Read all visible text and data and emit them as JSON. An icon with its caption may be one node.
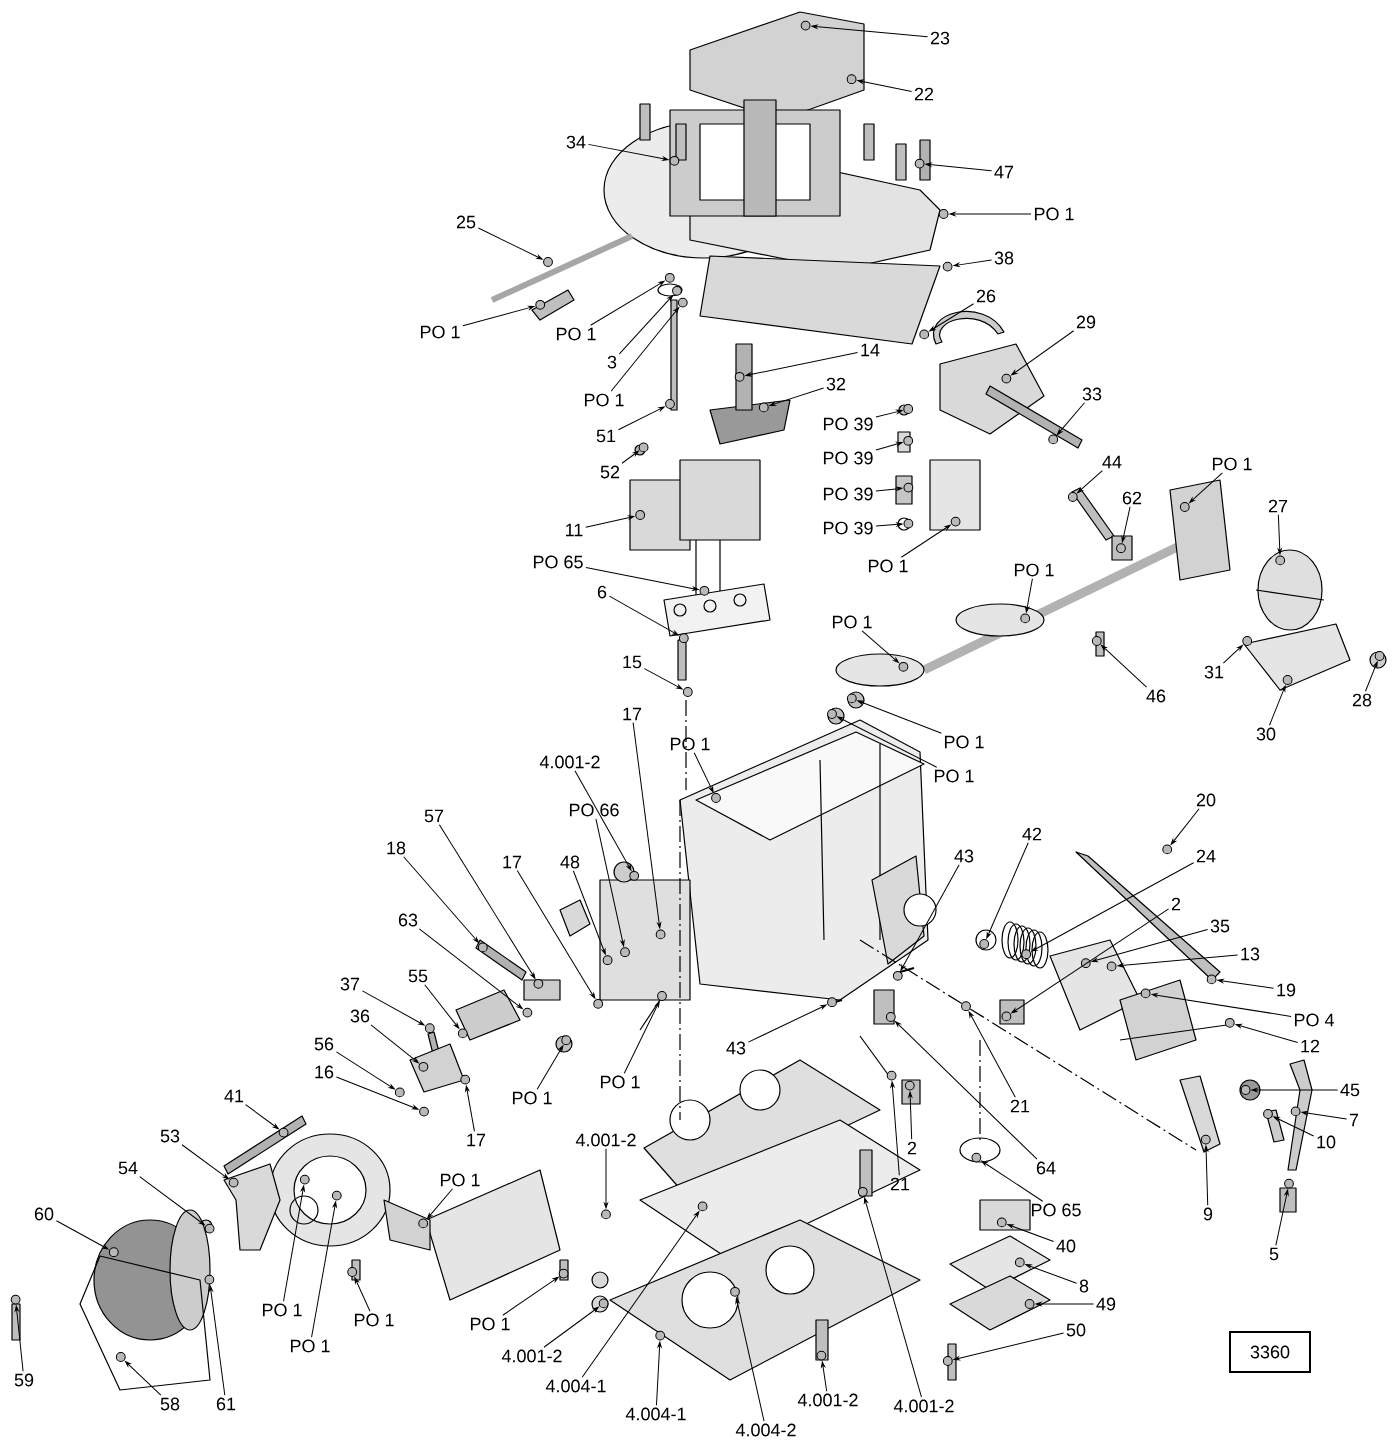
{
  "diagram": {
    "nodes": [
      {
        "text": [
          "23"
        ]
      },
      {
        "text": [
          "22"
        ]
      },
      {
        "text": [
          "34"
        ]
      },
      {
        "text": [
          "47"
        ]
      },
      {
        "text": [
          "PO 1"
        ]
      },
      {
        "text": [
          "25"
        ]
      },
      {
        "text": [
          "38"
        ]
      },
      {
        "text": [
          "PO 1"
        ]
      },
      {
        "text": [
          "PO 1"
        ]
      },
      {
        "text": [
          "3"
        ]
      },
      {
        "text": [
          "26"
        ]
      },
      {
        "text": [
          "29"
        ]
      },
      {
        "text": [
          "14"
        ]
      },
      {
        "text": [
          "PO 1"
        ]
      },
      {
        "text": [
          "32"
        ]
      },
      {
        "text": [
          "51"
        ]
      },
      {
        "text": [
          "52"
        ]
      },
      {
        "text": [
          "33"
        ]
      },
      {
        "text": [
          "PO 39"
        ]
      },
      {
        "text": [
          "PO 39"
        ]
      },
      {
        "text": [
          "PO 39"
        ]
      },
      {
        "text": [
          "PO 39"
        ]
      },
      {
        "text": [
          "44"
        ]
      },
      {
        "text": [
          "PO 1"
        ]
      },
      {
        "text": [
          "62"
        ]
      },
      {
        "text": [
          "27"
        ]
      },
      {
        "text": [
          "11"
        ]
      },
      {
        "text": [
          "PO 65"
        ]
      },
      {
        "text": [
          "PO 1"
        ]
      },
      {
        "text": [
          "PO 1"
        ]
      },
      {
        "text": [
          "6"
        ]
      },
      {
        "text": [
          "PO 1"
        ]
      },
      {
        "text": [
          "46"
        ]
      },
      {
        "text": [
          "31"
        ]
      },
      {
        "text": [
          "28"
        ]
      },
      {
        "text": [
          "30"
        ]
      },
      {
        "text": [
          "15"
        ]
      },
      {
        "text": [
          "PO 1"
        ]
      },
      {
        "text": [
          "PO 1"
        ]
      },
      {
        "text": [
          "17"
        ]
      },
      {
        "text": [
          "PO 1"
        ]
      },
      {
        "text": [
          "4.001-2"
        ]
      },
      {
        "text": [
          "PO 66"
        ]
      },
      {
        "text": [
          "17"
        ]
      },
      {
        "text": [
          "48"
        ]
      },
      {
        "text": [
          "42"
        ]
      },
      {
        "text": [
          "43"
        ]
      },
      {
        "text": [
          "20"
        ]
      },
      {
        "text": [
          "24"
        ]
      },
      {
        "text": [
          "2"
        ]
      },
      {
        "text": [
          "35"
        ]
      },
      {
        "text": [
          "13"
        ]
      },
      {
        "text": [
          "19"
        ]
      },
      {
        "text": [
          "PO 4"
        ]
      },
      {
        "text": [
          "12"
        ]
      },
      {
        "text": [
          "45"
        ]
      },
      {
        "text": [
          "7"
        ]
      },
      {
        "text": [
          "10"
        ]
      },
      {
        "text": [
          "9"
        ]
      },
      {
        "text": [
          "5"
        ]
      },
      {
        "text": [
          "57"
        ]
      },
      {
        "text": [
          "18"
        ]
      },
      {
        "text": [
          "63"
        ]
      },
      {
        "text": [
          "55"
        ]
      },
      {
        "text": [
          "37"
        ]
      },
      {
        "text": [
          "36"
        ]
      },
      {
        "text": [
          "56"
        ]
      },
      {
        "text": [
          "16"
        ]
      },
      {
        "text": [
          "17"
        ]
      },
      {
        "text": [
          "PO 1"
        ]
      },
      {
        "text": [
          "PO 1"
        ]
      },
      {
        "text": [
          "41"
        ]
      },
      {
        "text": [
          "53"
        ]
      },
      {
        "text": [
          "54"
        ]
      },
      {
        "text": [
          "PO 1"
        ]
      },
      {
        "text": [
          "4.001-2"
        ]
      },
      {
        "text": [
          "60"
        ]
      },
      {
        "text": [
          "PO 1"
        ]
      },
      {
        "text": [
          "PO 1"
        ]
      },
      {
        "text": [
          "PO 1"
        ]
      },
      {
        "text": [
          "PO 1"
        ]
      },
      {
        "text": [
          "4.001-2"
        ]
      },
      {
        "text": [
          "4.004-1"
        ]
      },
      {
        "text": [
          "4.004-1"
        ]
      },
      {
        "text": [
          "4.004-2"
        ]
      },
      {
        "text": [
          "4.001-2"
        ]
      },
      {
        "text": [
          "4.001-2"
        ]
      },
      {
        "text": [
          "59"
        ]
      },
      {
        "text": [
          "58"
        ]
      },
      {
        "text": [
          "61"
        ]
      },
      {
        "text": [
          "43"
        ]
      },
      {
        "text": [
          "21"
        ]
      },
      {
        "text": [
          "64"
        ]
      },
      {
        "text": [
          "2"
        ]
      },
      {
        "text": [
          "21"
        ]
      },
      {
        "text": [
          "PO 65"
        ]
      },
      {
        "text": [
          "40"
        ]
      },
      {
        "text": [
          "8"
        ]
      },
      {
        "text": [
          "49"
        ]
      },
      {
        "text": [
          "50"
        ]
      },
      {
        "text": [
          "3360"
        ]
      },
      {
        "text": [],
        "shape": "circle"
      },
      {
        "text": [],
        "shape": "circle"
      },
      {
        "text": [],
        "shape": "circle"
      },
      {
        "text": [],
        "shape": "circle"
      },
      {
        "text": [],
        "shape": "circle"
      },
      {
        "text": [],
        "shape": "circle"
      },
      {
        "text": [],
        "shape": "circle"
      },
      {
        "text": [],
        "shape": "circle"
      },
      {
        "text": [],
        "shape": "circle"
      },
      {
        "text": [],
        "shape": "circle"
      },
      {
        "text": [],
        "shape": "circle"
      },
      {
        "text": [],
        "shape": "circle"
      },
      {
        "text": [],
        "shape": "circle"
      },
      {
        "text": [],
        "shape": "circle"
      },
      {
        "text": [],
        "shape": "circle"
      },
      {
        "text": [],
        "shape": "circle"
      },
      {
        "text": [],
        "shape": "circle"
      },
      {
        "text": [],
        "shape": "circle"
      },
      {
        "text": [],
        "shape": "circle"
      },
      {
        "text": [],
        "shape": "circle"
      },
      {
        "text": [],
        "shape": "circle"
      },
      {
        "text": [],
        "shape": "circle"
      },
      {
        "text": [],
        "shape": "circle"
      },
      {
        "text": [],
        "shape": "circle"
      },
      {
        "text": [],
        "shape": "circle"
      },
      {
        "text": [],
        "shape": "circle"
      },
      {
        "text": [],
        "shape": "circle"
      },
      {
        "text": [],
        "shape": "circle"
      },
      {
        "text": [],
        "shape": "circle"
      },
      {
        "text": [],
        "shape": "circle"
      },
      {
        "text": [],
        "shape": "circle"
      },
      {
        "text": [],
        "shape": "circle"
      },
      {
        "text": [],
        "shape": "circle"
      },
      {
        "text": [],
        "shape": "circle"
      },
      {
        "text": [],
        "shape": "circle"
      },
      {
        "text": [],
        "shape": "circle"
      },
      {
        "text": [],
        "shape": "circle"
      },
      {
        "text": [],
        "shape": "circle"
      },
      {
        "text": [],
        "shape": "circle"
      },
      {
        "text": [],
        "shape": "circle"
      },
      {
        "text": [],
        "shape": "circle"
      },
      {
        "text": [],
        "shape": "circle"
      },
      {
        "text": [],
        "shape": "circle"
      },
      {
        "text": [],
        "shape": "circle"
      },
      {
        "text": [],
        "shape": "circle"
      },
      {
        "text": [],
        "shape": "circle"
      },
      {
        "text": [],
        "shape": "circle"
      },
      {
        "text": [],
        "shape": "circle"
      },
      {
        "text": [],
        "shape": "circle"
      },
      {
        "text": [],
        "shape": "circle"
      },
      {
        "text": [],
        "shape": "circle"
      },
      {
        "text": [],
        "shape": "circle"
      },
      {
        "text": [],
        "shape": "circle"
      },
      {
        "text": [],
        "shape": "circle"
      },
      {
        "text": [],
        "shape": "circle"
      },
      {
        "text": [],
        "shape": "circle"
      },
      {
        "text": [],
        "shape": "circle"
      },
      {
        "text": [],
        "shape": "circle"
      },
      {
        "text": [],
        "shape": "circle"
      },
      {
        "text": [],
        "shape": "circle"
      },
      {
        "text": [],
        "shape": "circle"
      },
      {
        "text": [],
        "shape": "circle"
      },
      {
        "text": [],
        "shape": "circle"
      },
      {
        "text": [],
        "shape": "circle"
      },
      {
        "text": [],
        "shape": "circle"
      },
      {
        "text": [],
        "shape": "circle"
      },
      {
        "text": [],
        "shape": "circle"
      },
      {
        "text": [],
        "shape": "circle"
      },
      {
        "text": [],
        "shape": "circle"
      },
      {
        "text": [],
        "shape": "circle"
      },
      {
        "text": [],
        "shape": "circle"
      },
      {
        "text": [],
        "shape": "circle"
      },
      {
        "text": [],
        "shape": "circle"
      },
      {
        "text": [],
        "shape": "circle"
      },
      {
        "text": [],
        "shape": "circle"
      },
      {
        "text": [],
        "shape": "circle"
      },
      {
        "text": [],
        "shape": "circle"
      },
      {
        "text": [],
        "shape": "circle"
      },
      {
        "text": [],
        "shape": "circle"
      },
      {
        "text": [],
        "shape": "circle"
      },
      {
        "text": [],
        "shape": "circle"
      },
      {
        "text": [],
        "shape": "circle"
      },
      {
        "text": [],
        "shape": "circle"
      },
      {
        "text": [],
        "shape": "circle"
      },
      {
        "text": [],
        "shape": "circle"
      },
      {
        "text": [],
        "shape": "circle"
      },
      {
        "text": [],
        "shape": "circle"
      },
      {
        "text": [],
        "shape": "circle"
      },
      {
        "text": [],
        "shape": "circle"
      },
      {
        "text": [],
        "shape": "circle"
      },
      {
        "text": [],
        "shape": "circle"
      },
      {
        "text": [],
        "shape": "circle"
      },
      {
        "text": [],
        "shape": "circle"
      },
      {
        "text": [],
        "shape": "circle"
      },
      {
        "text": [],
        "shape": "circle"
      },
      {
        "text": [],
        "shape": "circle"
      },
      {
        "text": [],
        "shape": "circle"
      },
      {
        "text": [],
        "shape": "circle"
      },
      {
        "text": [],
        "shape": "circle"
      },
      {
        "text": [],
        "shape": "circle"
      }
    ],
    "edges": [
      {
        "from": 0,
        "to": 101,
        "arrow": "to"
      },
      {
        "from": 1,
        "to": 102,
        "arrow": "to"
      },
      {
        "from": 2,
        "to": 103,
        "arrow": "to"
      },
      {
        "from": 3,
        "to": 104,
        "arrow": "to"
      },
      {
        "from": 4,
        "to": 105,
        "arrow": "to"
      },
      {
        "from": 5,
        "to": 106,
        "arrow": "to"
      },
      {
        "from": 6,
        "to": 107,
        "arrow": "to"
      },
      {
        "from": 7,
        "to": 108,
        "arrow": "to"
      },
      {
        "from": 8,
        "to": 109,
        "arrow": "to"
      },
      {
        "from": 9,
        "to": 110,
        "arrow": "to"
      },
      {
        "from": 10,
        "to": 111,
        "arrow": "to"
      },
      {
        "from": 11,
        "to": 112,
        "arrow": "to"
      },
      {
        "from": 12,
        "to": 113,
        "arrow": "to"
      },
      {
        "from": 13,
        "to": 114,
        "arrow": "to"
      },
      {
        "from": 14,
        "to": 115,
        "arrow": "to"
      },
      {
        "from": 15,
        "to": 116,
        "arrow": "to"
      },
      {
        "from": 16,
        "to": 117,
        "arrow": "to"
      },
      {
        "from": 17,
        "to": 118,
        "arrow": "to"
      },
      {
        "from": 18,
        "to": 119,
        "arrow": "to"
      },
      {
        "from": 19,
        "to": 120,
        "arrow": "to"
      },
      {
        "from": 20,
        "to": 121,
        "arrow": "to"
      },
      {
        "from": 21,
        "to": 122,
        "arrow": "to"
      },
      {
        "from": 22,
        "to": 123,
        "arrow": "to"
      },
      {
        "from": 23,
        "to": 124,
        "arrow": "to"
      },
      {
        "from": 24,
        "to": 125,
        "arrow": "to"
      },
      {
        "from": 25,
        "to": 126,
        "arrow": "to"
      },
      {
        "from": 26,
        "to": 127,
        "arrow": "to"
      },
      {
        "from": 27,
        "to": 128,
        "arrow": "to"
      },
      {
        "from": 28,
        "to": 129,
        "arrow": "to"
      },
      {
        "from": 29,
        "to": 130,
        "arrow": "to"
      },
      {
        "from": 30,
        "to": 131,
        "arrow": "to"
      },
      {
        "from": 31,
        "to": 132,
        "arrow": "to"
      },
      {
        "from": 32,
        "to": 133,
        "arrow": "to"
      },
      {
        "from": 33,
        "to": 134,
        "arrow": "to"
      },
      {
        "from": 34,
        "to": 135,
        "arrow": "to"
      },
      {
        "from": 35,
        "to": 136,
        "arrow": "to"
      },
      {
        "from": 36,
        "to": 137,
        "arrow": "to"
      },
      {
        "from": 37,
        "to": 138,
        "arrow": "to"
      },
      {
        "from": 38,
        "to": 139,
        "arrow": "to"
      },
      {
        "from": 39,
        "to": 140,
        "arrow": "to"
      },
      {
        "from": 40,
        "to": 141,
        "arrow": "to"
      },
      {
        "from": 41,
        "to": 142,
        "arrow": "to"
      },
      {
        "from": 42,
        "to": 143,
        "arrow": "to"
      },
      {
        "from": 43,
        "to": 144,
        "arrow": "to"
      },
      {
        "from": 44,
        "to": 145,
        "arrow": "to"
      },
      {
        "from": 45,
        "to": 146,
        "arrow": "to"
      },
      {
        "from": 46,
        "to": 147,
        "arrow": "to"
      },
      {
        "from": 47,
        "to": 148,
        "arrow": "to"
      },
      {
        "from": 48,
        "to": 149,
        "arrow": "to"
      },
      {
        "from": 49,
        "to": 150,
        "arrow": "to"
      },
      {
        "from": 50,
        "to": 151,
        "arrow": "to"
      },
      {
        "from": 51,
        "to": 152,
        "arrow": "to"
      },
      {
        "from": 52,
        "to": 153,
        "arrow": "to"
      },
      {
        "from": 53,
        "to": 154,
        "arrow": "to"
      },
      {
        "from": 54,
        "to": 155,
        "arrow": "to"
      },
      {
        "from": 55,
        "to": 156,
        "arrow": "to"
      },
      {
        "from": 56,
        "to": 157,
        "arrow": "to"
      },
      {
        "from": 57,
        "to": 158,
        "arrow": "to"
      },
      {
        "from": 58,
        "to": 159,
        "arrow": "to"
      },
      {
        "from": 59,
        "to": 160,
        "arrow": "to"
      },
      {
        "from": 60,
        "to": 161,
        "arrow": "to"
      },
      {
        "from": 61,
        "to": 162,
        "arrow": "to"
      },
      {
        "from": 62,
        "to": 163,
        "arrow": "to"
      },
      {
        "from": 63,
        "to": 164,
        "arrow": "to"
      },
      {
        "from": 64,
        "to": 165,
        "arrow": "to"
      },
      {
        "from": 65,
        "to": 166,
        "arrow": "to"
      },
      {
        "from": 66,
        "to": 167,
        "arrow": "to"
      },
      {
        "from": 67,
        "to": 168,
        "arrow": "to"
      },
      {
        "from": 68,
        "to": 169,
        "arrow": "to"
      },
      {
        "from": 69,
        "to": 170,
        "arrow": "to"
      },
      {
        "from": 70,
        "to": 171,
        "arrow": "to"
      },
      {
        "from": 71,
        "to": 172,
        "arrow": "to"
      },
      {
        "from": 72,
        "to": 173,
        "arrow": "to"
      },
      {
        "from": 73,
        "to": 174,
        "arrow": "to"
      },
      {
        "from": 74,
        "to": 175,
        "arrow": "to"
      },
      {
        "from": 75,
        "to": 176,
        "arrow": "to"
      },
      {
        "from": 76,
        "to": 177,
        "arrow": "to"
      },
      {
        "from": 77,
        "to": 178,
        "arrow": "to"
      },
      {
        "from": 78,
        "to": 179,
        "arrow": "to"
      },
      {
        "from": 79,
        "to": 180,
        "arrow": "to"
      },
      {
        "from": 80,
        "to": 181,
        "arrow": "to"
      },
      {
        "from": 81,
        "to": 182,
        "arrow": "to"
      },
      {
        "from": 82,
        "to": 183,
        "arrow": "to"
      },
      {
        "from": 83,
        "to": 184,
        "arrow": "to"
      },
      {
        "from": 84,
        "to": 185,
        "arrow": "to"
      },
      {
        "from": 85,
        "to": 186,
        "arrow": "to"
      },
      {
        "from": 86,
        "to": 187,
        "arrow": "to"
      },
      {
        "from": 87,
        "to": 188,
        "arrow": "to"
      },
      {
        "from": 88,
        "to": 189,
        "arrow": "to"
      },
      {
        "from": 89,
        "to": 190,
        "arrow": "to"
      },
      {
        "from": 90,
        "to": 191,
        "arrow": "to"
      },
      {
        "from": 91,
        "to": 192,
        "arrow": "to"
      },
      {
        "from": 92,
        "to": 193,
        "arrow": "to"
      },
      {
        "from": 93,
        "to": 194,
        "arrow": "to"
      },
      {
        "from": 94,
        "to": 195,
        "arrow": "to"
      },
      {
        "from": 95,
        "to": 196,
        "arrow": "to"
      },
      {
        "from": 96,
        "to": 197,
        "arrow": "to"
      },
      {
        "from": 97,
        "to": 198,
        "arrow": "to"
      },
      {
        "from": 98,
        "to": 199,
        "arrow": "to"
      },
      {
        "from": 99,
        "to": 200,
        "arrow": "to"
      }
    ]
  }
}
